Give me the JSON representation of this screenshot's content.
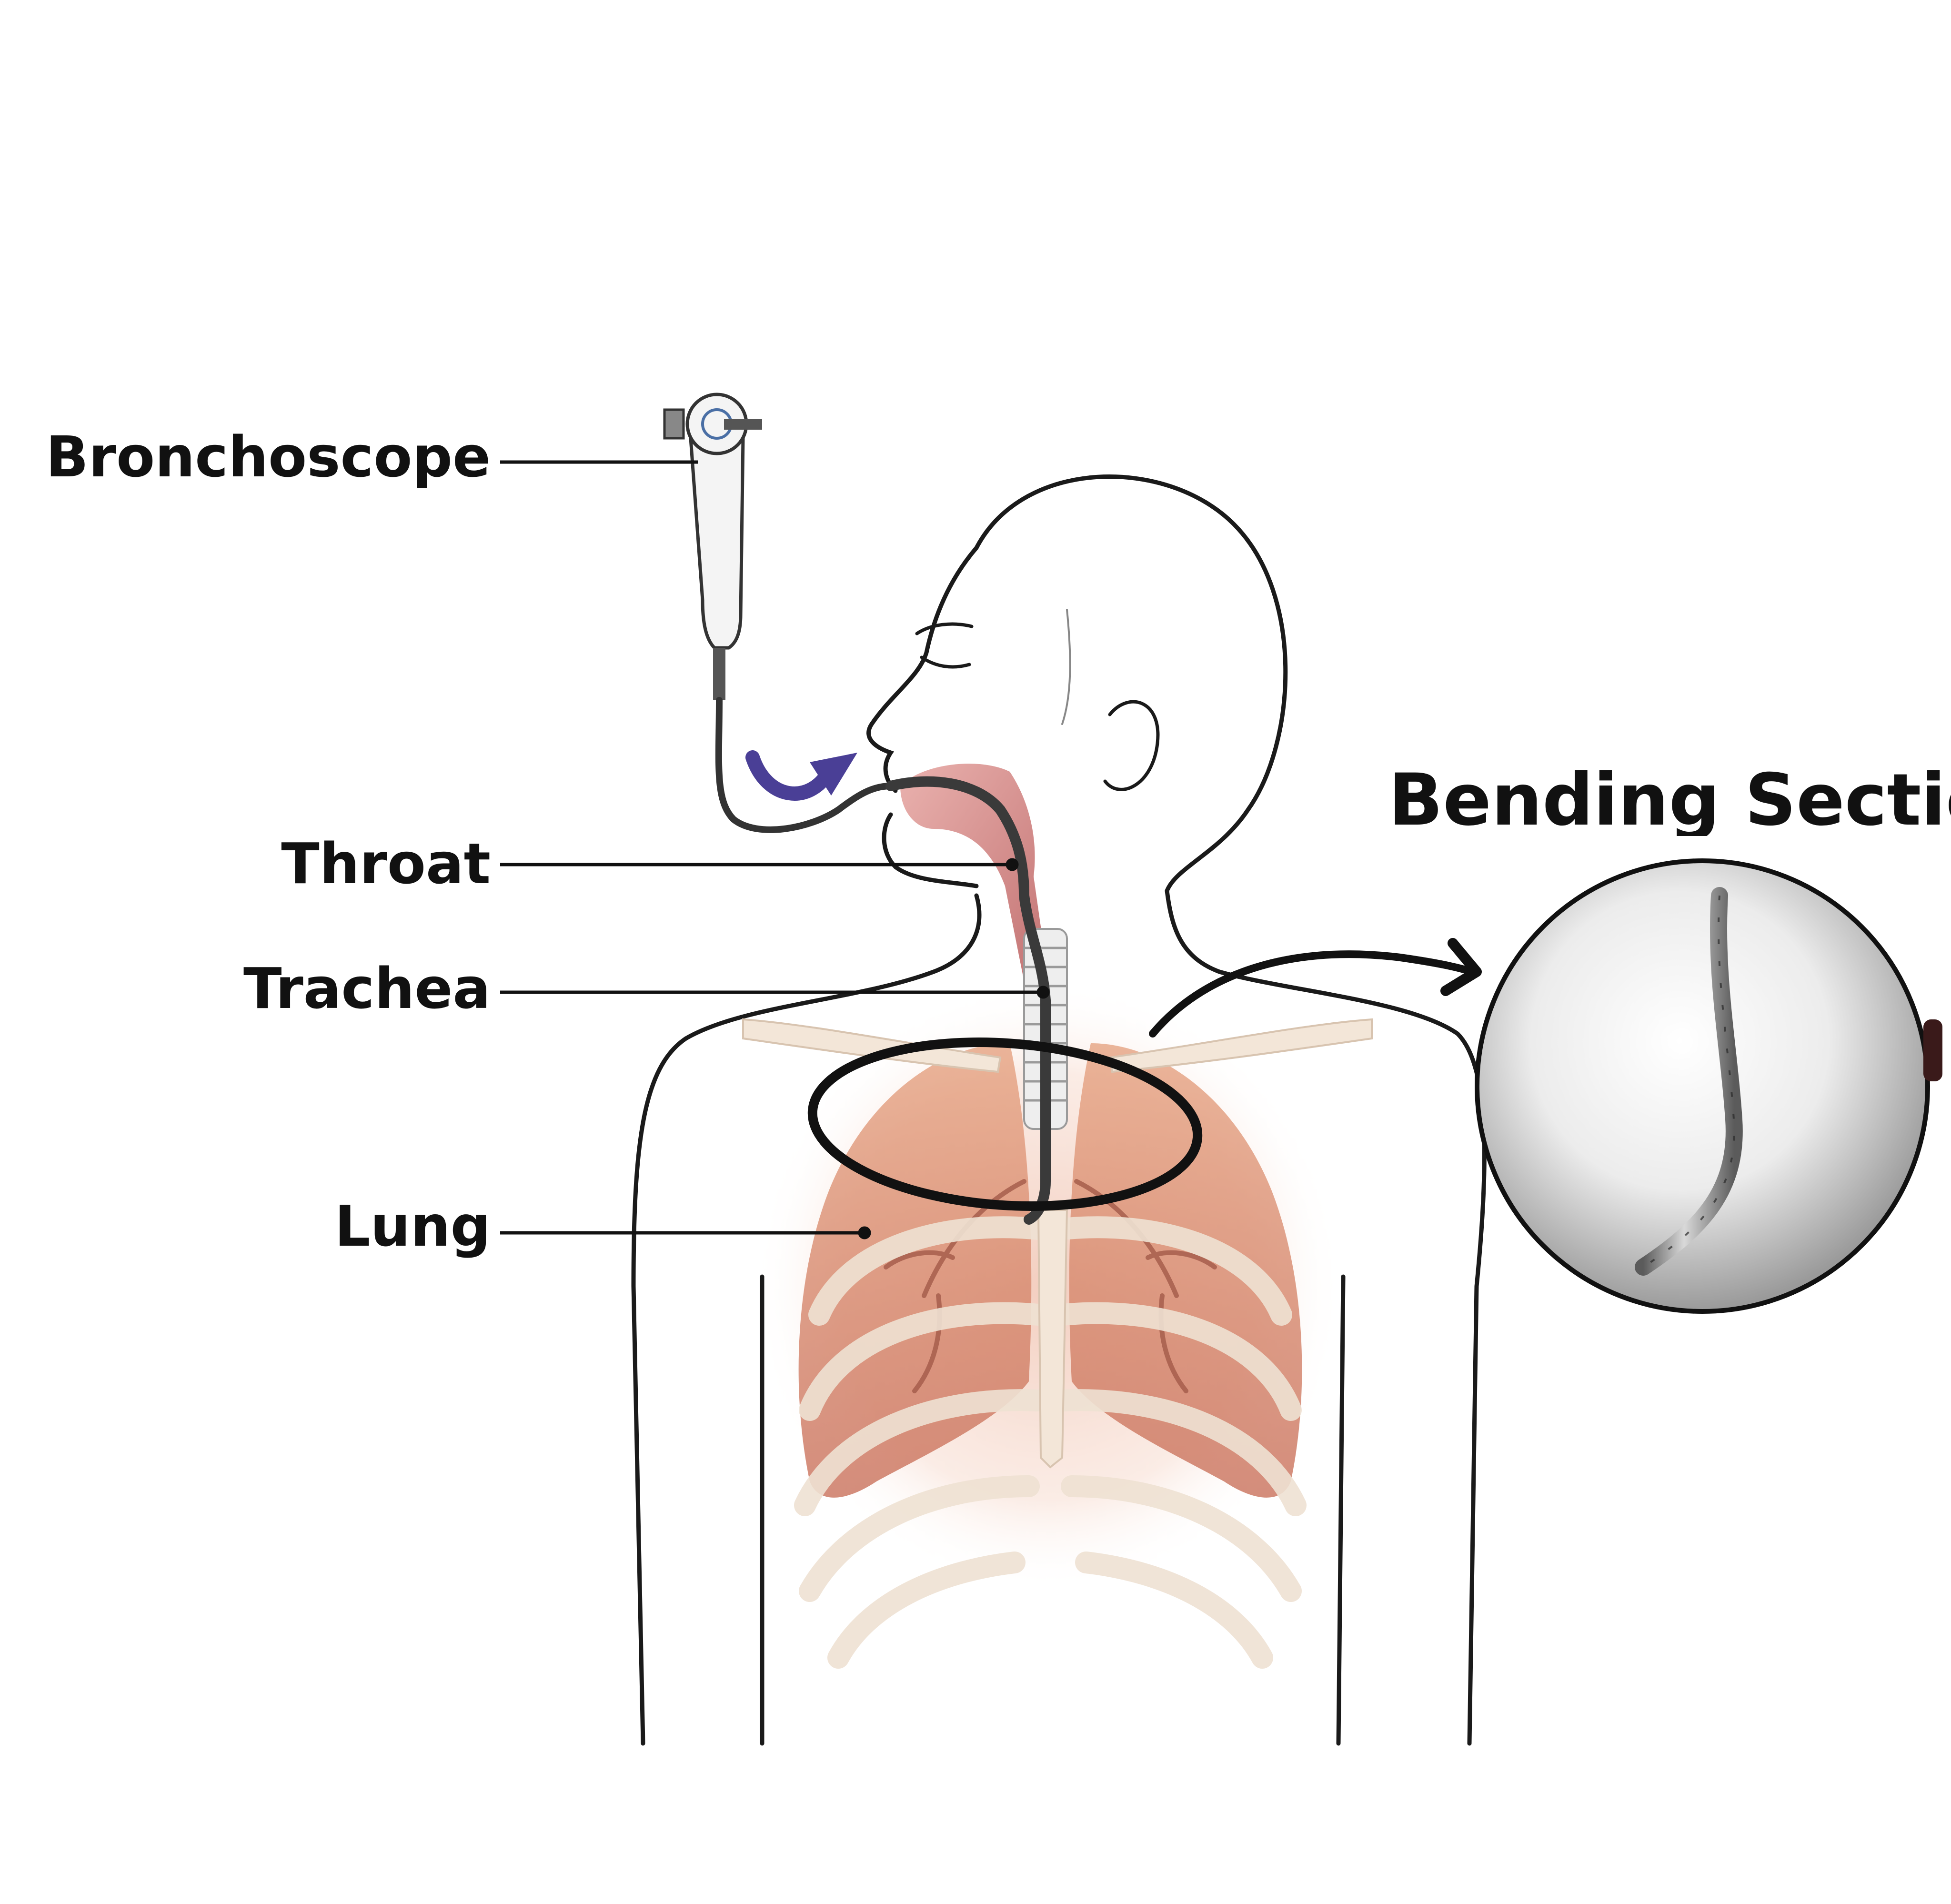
{
  "labels": {
    "bronchoscope": "Bronchoscope",
    "throat": "Throat",
    "trachea": "Trachea",
    "lung": "Lung",
    "bending_section": "Bending Section"
  },
  "colors": {
    "outline": "#1a1a1a",
    "insertion_arrow": "#4a3f96",
    "lung": "#d98a6a",
    "throat_tissue": "#c9756e",
    "bone": "#f3e6d8",
    "scope_metal": "#8a8a8a"
  }
}
